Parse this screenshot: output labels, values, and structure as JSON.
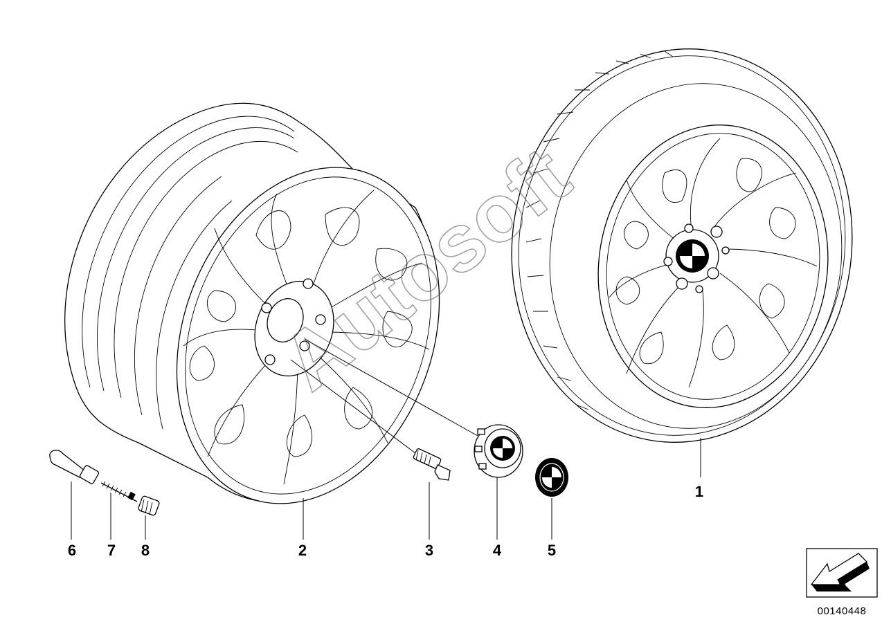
{
  "diagram": {
    "parts": [
      {
        "number": "1"
      },
      {
        "number": "2"
      },
      {
        "number": "3"
      },
      {
        "number": "4"
      },
      {
        "number": "5"
      },
      {
        "number": "6"
      },
      {
        "number": "7"
      },
      {
        "number": "8"
      }
    ],
    "reference_number": "00140448",
    "watermark_text": "Autosoft",
    "nav_icon": "arrow-back-icon",
    "colors": {
      "line": "#000000",
      "background": "#ffffff",
      "watermark": "#555555"
    }
  }
}
